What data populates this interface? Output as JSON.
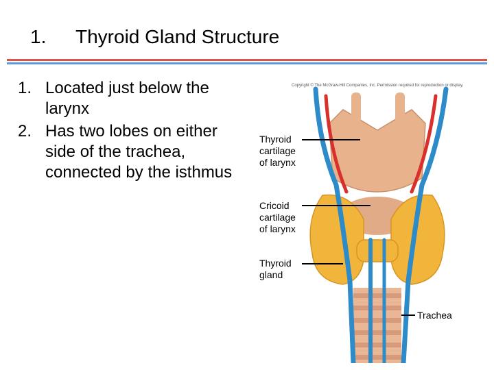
{
  "slide": {
    "number": "1.",
    "title": "Thyroid Gland Structure"
  },
  "bullets": [
    {
      "num": "1.",
      "text": "Located just below the larynx"
    },
    {
      "num": "2.",
      "text": "Has two lobes on either side of the trachea, connected by the isthmus"
    }
  ],
  "figure": {
    "copyright": "Copyright © The McGraw-Hill Companies, Inc. Permission required for reproduction or display.",
    "labels": {
      "thyroid_cartilage": [
        "Thyroid",
        "cartilage",
        "of larynx"
      ],
      "cricoid_cartilage": [
        "Cricoid",
        "cartilage",
        "of larynx"
      ],
      "thyroid_gland": [
        "Thyroid",
        "gland"
      ],
      "trachea": "Trachea"
    }
  },
  "colors": {
    "accent_red": "#d9534f",
    "accent_blue": "#5b9bd5",
    "gland": "#f2b53c",
    "cartilage": "#e8b38c",
    "artery": "#d9302c",
    "vein": "#2e8bc9"
  }
}
